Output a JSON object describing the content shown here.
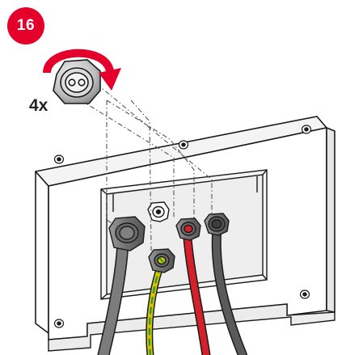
{
  "step": {
    "number": "16",
    "badge_color": "#e4002b"
  },
  "gland": {
    "quantity_label": "4x",
    "rotation": "clockwise",
    "arrow_color": "#e4002b"
  },
  "cables": [
    {
      "name": "grey-cable-left",
      "color": "#7c7c7c"
    },
    {
      "name": "earth-cable",
      "color": "#d8c400",
      "stripe_color": "#2e9a3c"
    },
    {
      "name": "red-cable",
      "color": "#d4202b"
    },
    {
      "name": "dark-grey-cable",
      "color": "#5a5a5a"
    }
  ],
  "colors": {
    "line": "#1a1a1a",
    "metal": "#c8c8c8",
    "metal_dark": "#8e8e8e"
  }
}
